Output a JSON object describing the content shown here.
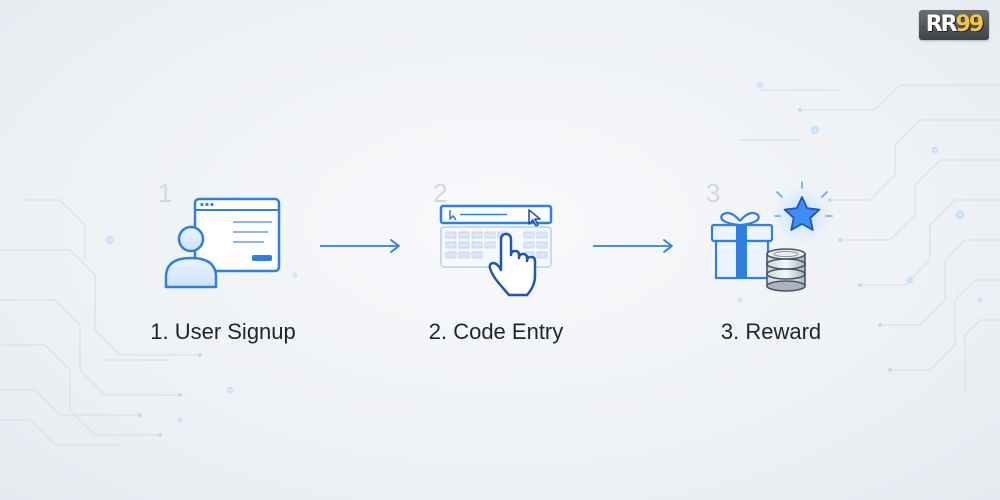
{
  "logo": {
    "text_main": "RR",
    "text_accent": "99"
  },
  "steps": [
    {
      "number": "1",
      "label": "1. User Signup",
      "icon": "user-signup-icon"
    },
    {
      "number": "2",
      "label": "2. Code Entry",
      "icon": "code-entry-icon"
    },
    {
      "number": "3",
      "label": "3. Reward",
      "icon": "reward-icon"
    }
  ],
  "colors": {
    "accent_blue": "#2f7fe0",
    "dark_blue": "#1e56b8",
    "light_blue": "#cfe3fb",
    "star_blue": "#3d8ef0",
    "number_gray": "#d3d7dd",
    "label_text": "#1f2530"
  }
}
